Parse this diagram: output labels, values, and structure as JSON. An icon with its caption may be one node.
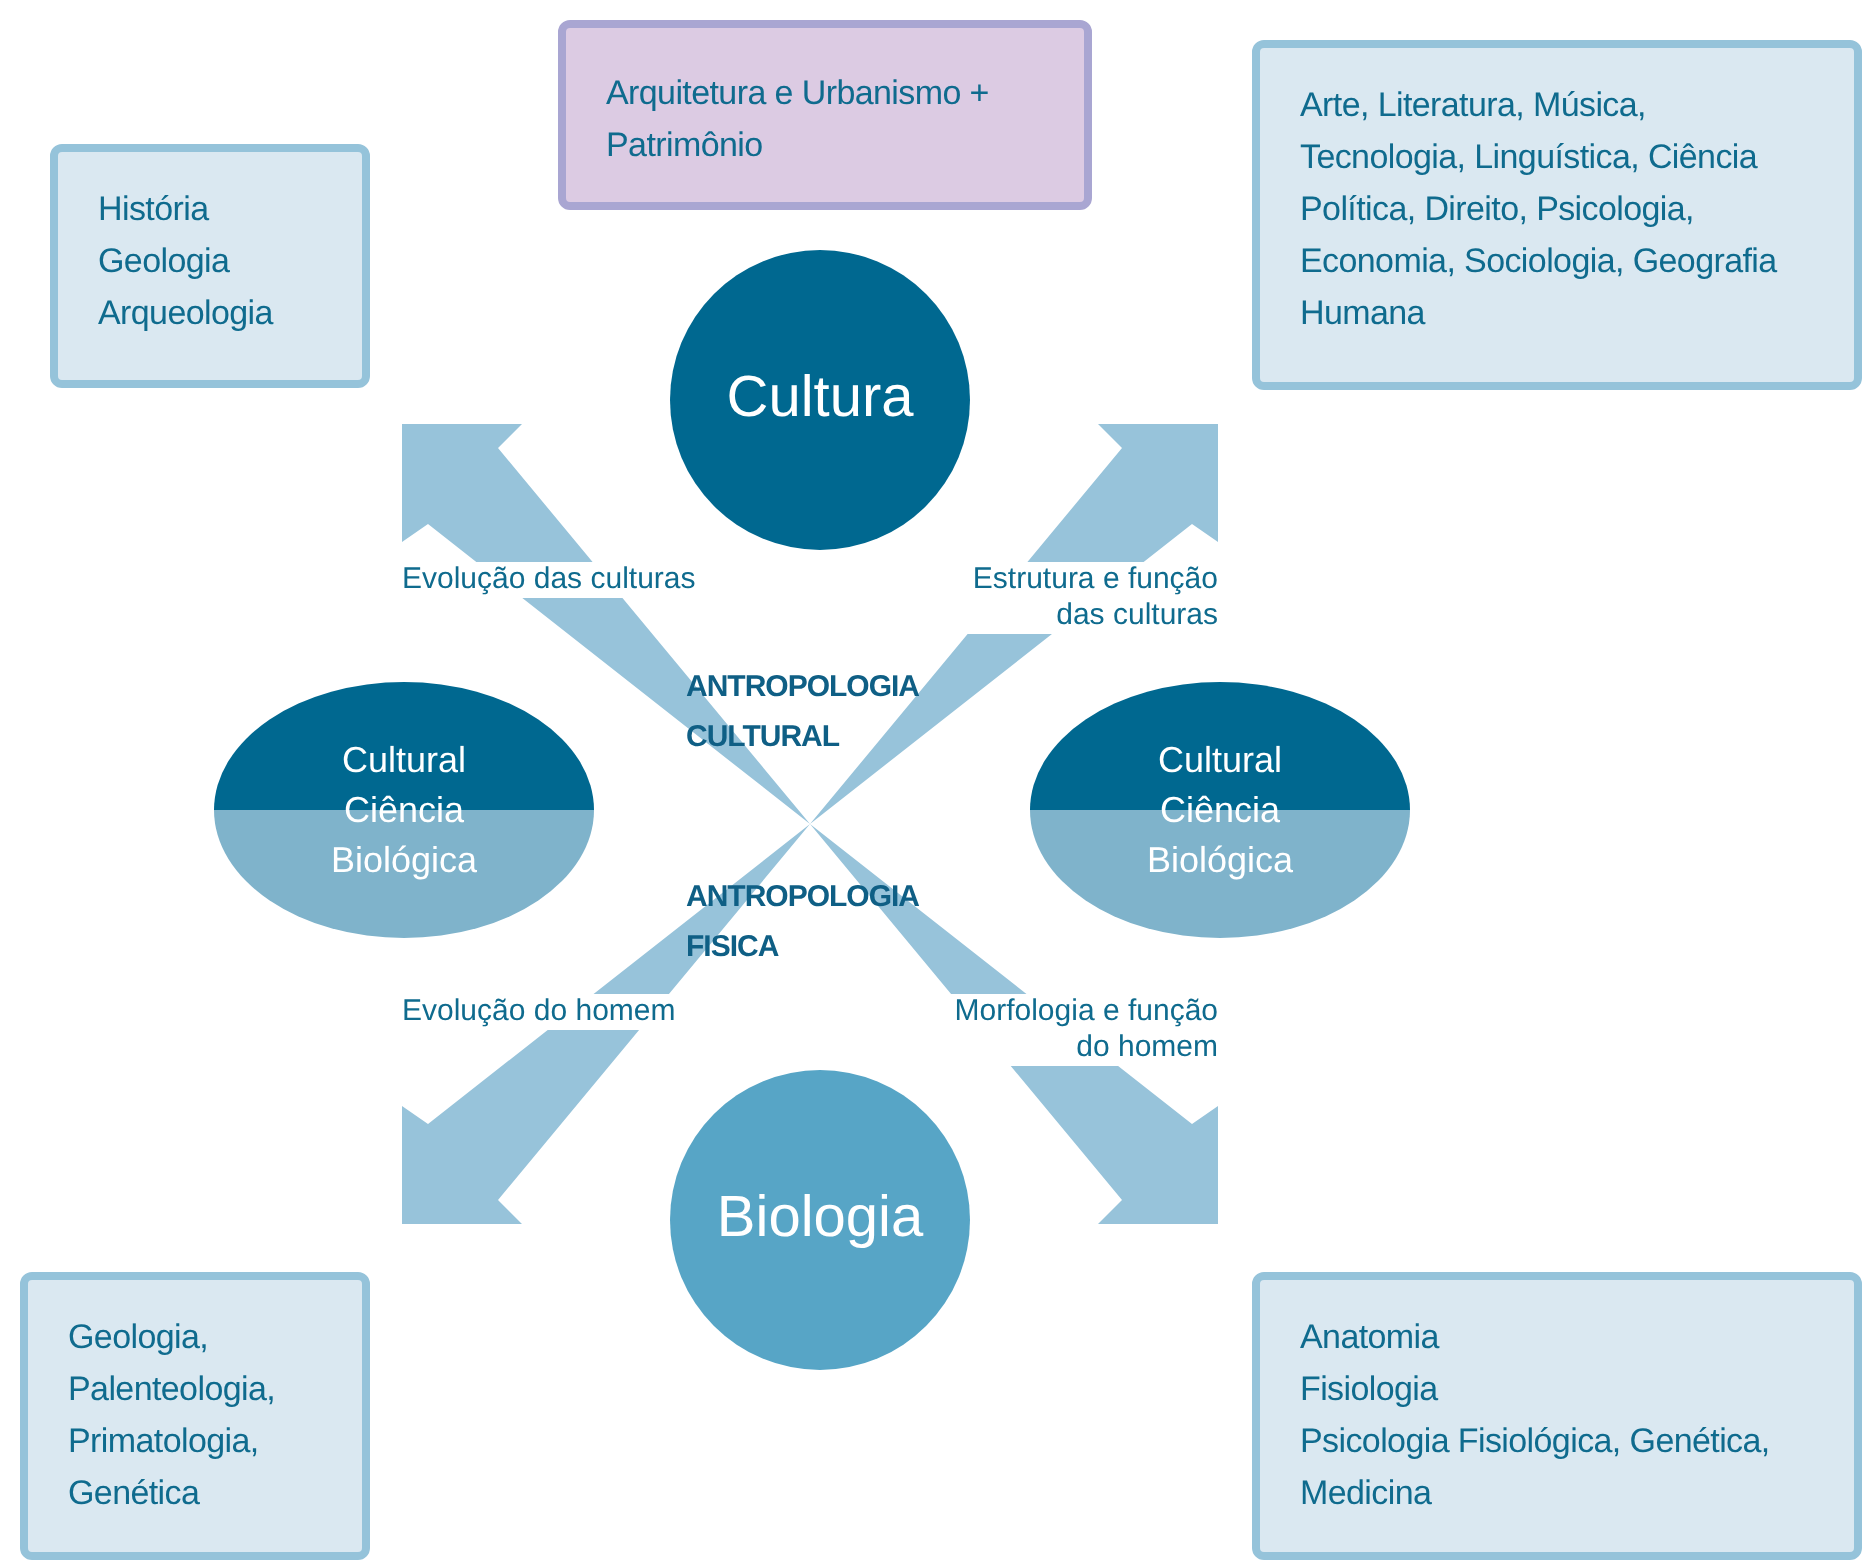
{
  "diagram": {
    "nodes": [
      {
        "text": [
          "Arquitetura e Urbanismo + Patrimônio"
        ]
      },
      {
        "text": [
          "História",
          "Geologia",
          "Arqueologia"
        ]
      },
      {
        "text": [
          "Arte, Literatura, Música, Tecnologia, Linguística, Ciência Política, Direito, Psicologia, Economia, Sociologia, Geografia Humana"
        ]
      },
      {
        "text": [
          "Cultura"
        ]
      },
      {
        "text": [
          "Cultural",
          "Ciência Biológica"
        ]
      },
      {
        "text": [
          "Cultural",
          "Ciência Biológica"
        ]
      },
      {
        "text": [
          "Biologia"
        ]
      },
      {
        "text": [
          "Geologia, Palenteologia, Primatologia, Genética"
        ]
      },
      {
        "text": [
          "Anatomia",
          "Fisiologia",
          "Psicologia Fisiológica, Genética, Medicina"
        ]
      }
    ],
    "edges": [
      {
        "from": null,
        "to": 1,
        "arrow": "to",
        "label": "Evolução das culturas",
        "style": "thick"
      },
      {
        "from": null,
        "to": 2,
        "arrow": "to",
        "label": "Estrutura e função das culturas",
        "style": "thick"
      },
      {
        "from": null,
        "to": 7,
        "arrow": "to",
        "label": "Evolução do homem",
        "style": "thick"
      },
      {
        "from": null,
        "to": 8,
        "arrow": "to",
        "label": "Morfologia e função do homem",
        "style": "thick"
      }
    ],
    "labels": [
      "ANTROPOLOGIA CULTURAL",
      "ANTROPOLOGIA FISICA"
    ]
  }
}
